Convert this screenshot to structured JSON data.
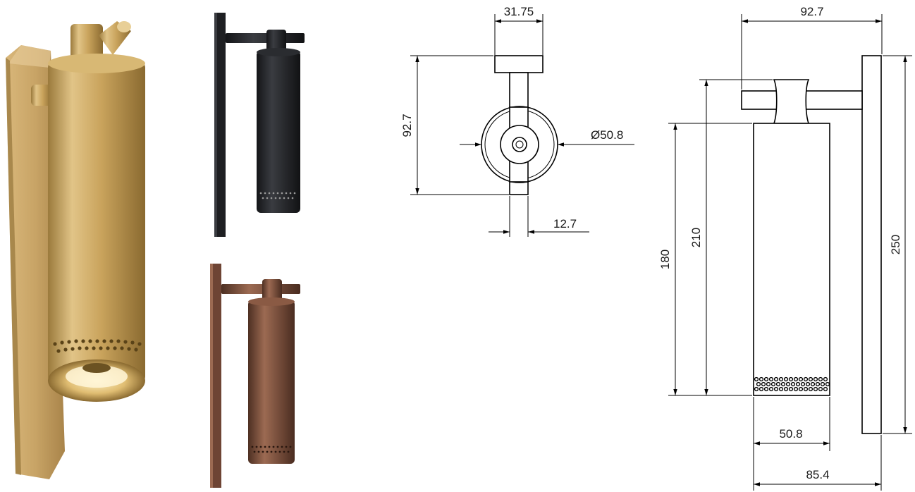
{
  "photos": [
    {
      "finish": "brass",
      "color": "#c9a35c"
    },
    {
      "finish": "black",
      "color": "#1e1f22"
    },
    {
      "finish": "bronze",
      "color": "#7a4e3a"
    }
  ],
  "top_view": {
    "dims": {
      "top_width": "31.75",
      "height": "92.7",
      "diameter": "Ø50.8",
      "stem_width": "12.7"
    }
  },
  "side_view": {
    "dims": {
      "top_width": "92.7",
      "body_height": "180",
      "overall_height": "210",
      "plate_height": "250",
      "body_width": "50.8",
      "depth": "85.4"
    }
  }
}
